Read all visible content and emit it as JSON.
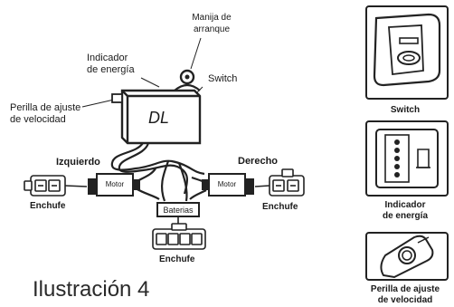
{
  "labels": {
    "manija": "Manija de\narranque",
    "indicador": "Indicador\nde energía",
    "switch": "Switch",
    "perilla": "Perilla de ajuste\nde velocidad",
    "controller_mark": "DL",
    "izquierdo": "Izquierdo",
    "derecho": "Derecho",
    "motor_left": "Motor",
    "motor_right": "Motor",
    "baterias": "Baterias",
    "enchufe_left": "Enchufe",
    "enchufe_right": "Enchufe",
    "enchufe_bottom": "Enchufe"
  },
  "title": "Ilustración 4",
  "sidebar": [
    {
      "caption": "Switch",
      "icon": "switch-icon"
    },
    {
      "caption": "Indicador\nde energía",
      "icon": "power-indicator-icon"
    },
    {
      "caption": "Perilla de ajuste\nde velocidad",
      "icon": "speed-knob-icon"
    }
  ]
}
